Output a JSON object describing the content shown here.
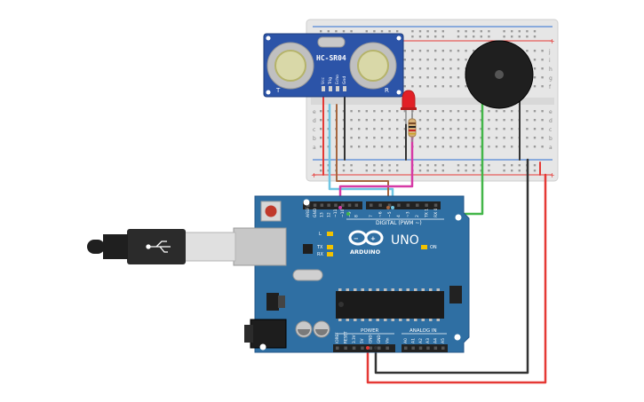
{
  "sensor": {
    "model": "HC-SR04",
    "pins": [
      "Vcc",
      "Trig",
      "Echo",
      "Gnd"
    ]
  },
  "board": {
    "brand": "ARDUINO",
    "model": "UNO",
    "digital_header": "DIGITAL (PWM ~)",
    "power_header": "POWER",
    "analog_header": "ANALOG IN",
    "led_on": "ON",
    "led_l": "L",
    "led_tx": "TX",
    "led_rx": "RX",
    "digital_pins": [
      "AREF",
      "GND",
      "13",
      "12",
      "~11",
      "~10",
      "~9",
      "8",
      "7",
      "~6",
      "~5",
      "4",
      "~3",
      "2",
      "TX 1",
      "RX 0"
    ],
    "power_pins": [
      "IOREF",
      "RESET",
      "3.3V",
      "5V",
      "GND",
      "GND",
      "Vin"
    ],
    "analog_pins": [
      "A0",
      "A1",
      "A2",
      "A3",
      "A4",
      "A5"
    ]
  },
  "breadboard": {
    "row_letters_top": [
      "j",
      "i",
      "h",
      "g",
      "f"
    ],
    "row_letters_bottom": [
      "e",
      "d",
      "c",
      "b",
      "a"
    ],
    "plus": "+",
    "minus": "−"
  },
  "colors": {
    "board": "#2f6fa3",
    "wire_red": "#e53935",
    "wire_black": "#333333",
    "wire_green": "#43b649",
    "wire_pink": "#d63aa6",
    "wire_cyan": "#6fc6e3",
    "wire_brown": "#a5663f",
    "led": "#e21f26"
  }
}
